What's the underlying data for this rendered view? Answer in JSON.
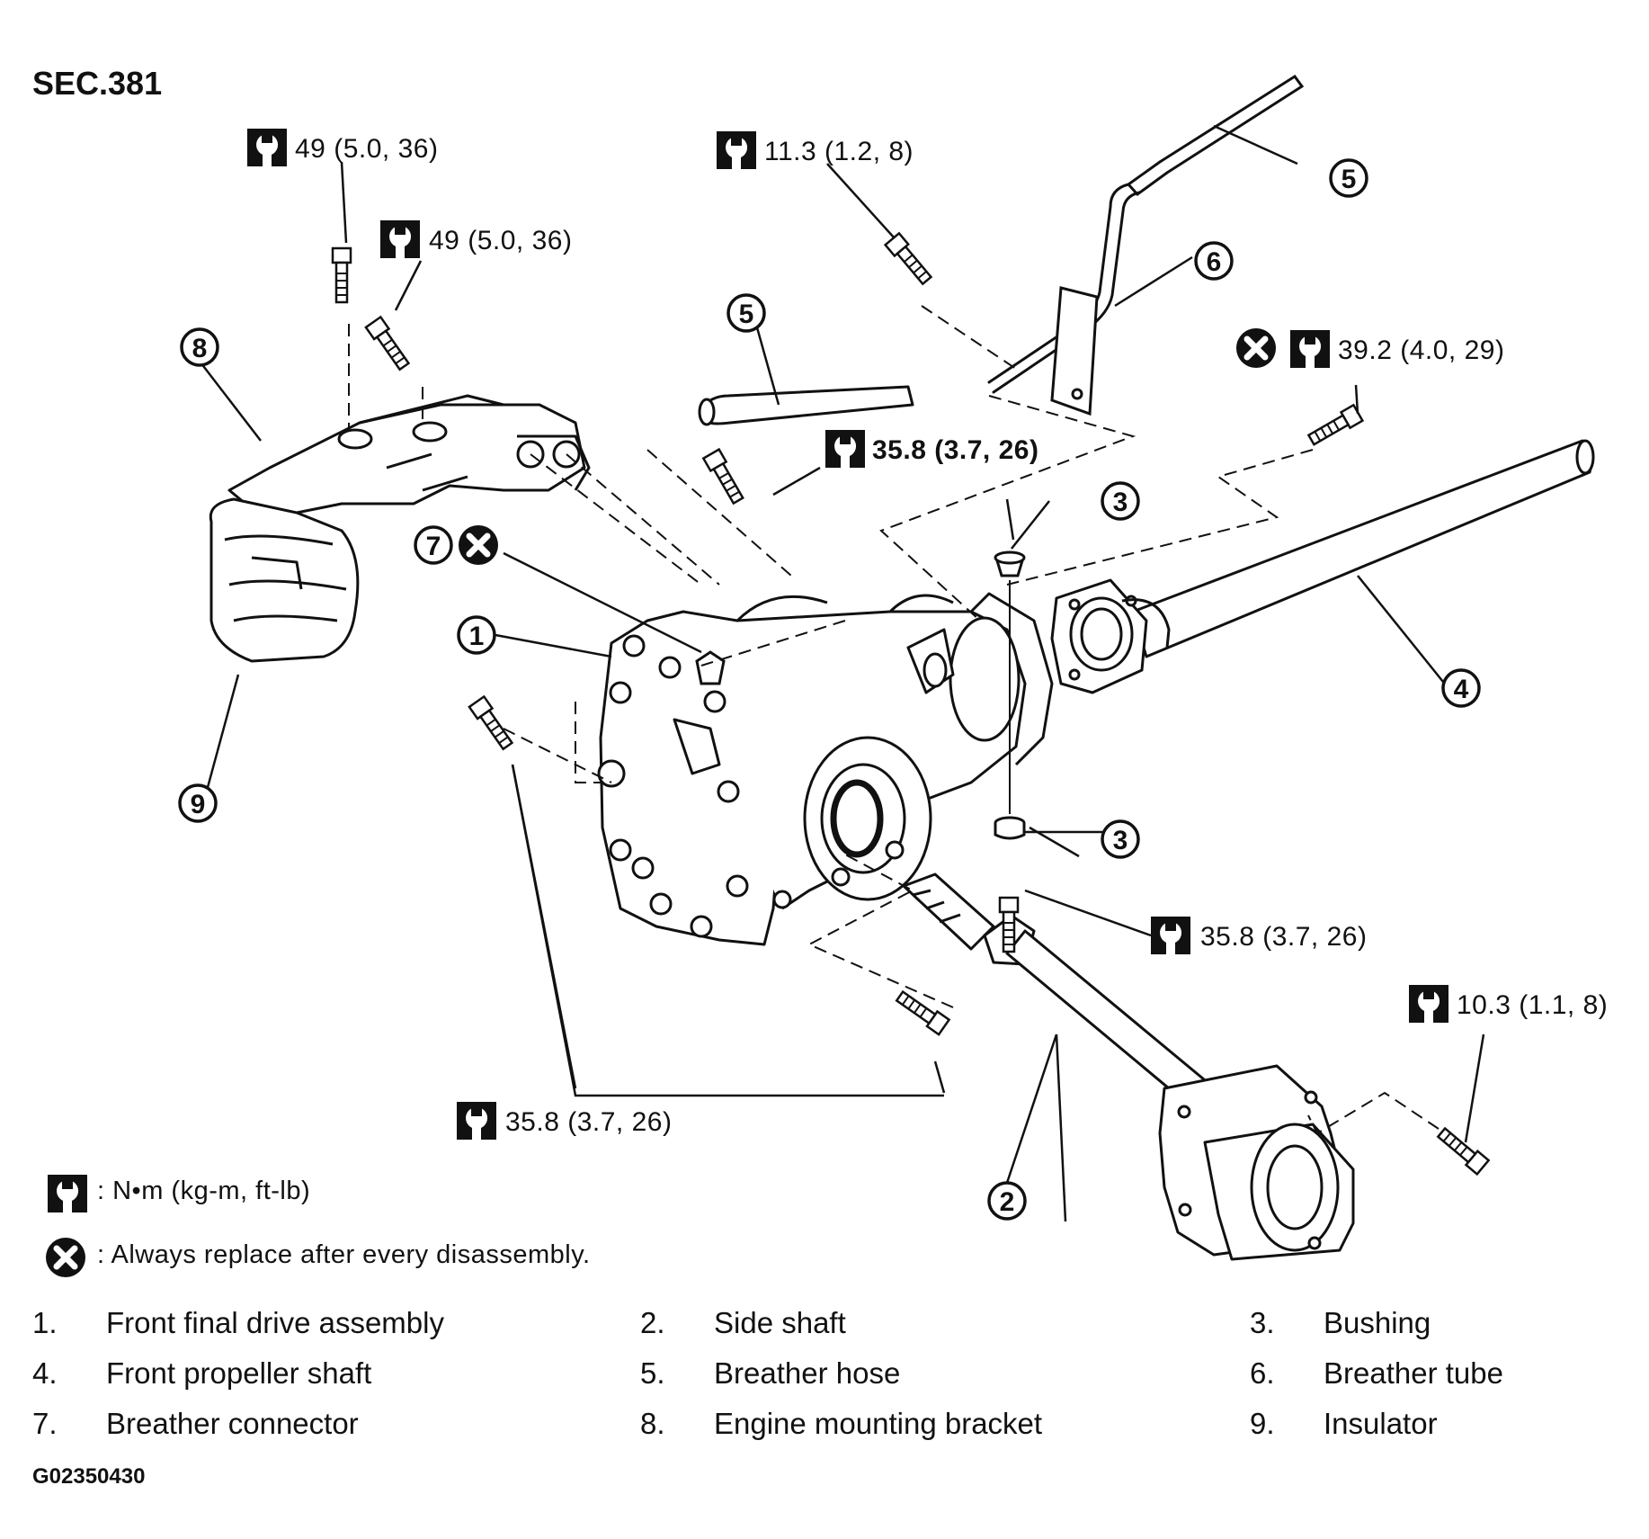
{
  "section_label": "SEC.381",
  "figure_id": "G02350430",
  "icons": {
    "torque": "torque-wrench-icon",
    "replace": "always-replace-icon"
  },
  "torque_specs": [
    {
      "id": "t1",
      "text": "49 (5.0, 36)",
      "bold": false,
      "replace": false
    },
    {
      "id": "t2",
      "text": "49 (5.0, 36)",
      "bold": false,
      "replace": false
    },
    {
      "id": "t3",
      "text": "11.3 (1.2, 8)",
      "bold": false,
      "replace": false
    },
    {
      "id": "t4",
      "text": "39.2 (4.0, 29)",
      "bold": false,
      "replace": true
    },
    {
      "id": "t5",
      "text": "35.8 (3.7, 26)",
      "bold": true,
      "replace": false
    },
    {
      "id": "t6",
      "text": "35.8 (3.7, 26)",
      "bold": false,
      "replace": false
    },
    {
      "id": "t7",
      "text": "10.3 (1.1, 8)",
      "bold": false,
      "replace": false
    },
    {
      "id": "t8",
      "text": "35.8 (3.7, 26)",
      "bold": false,
      "replace": false
    }
  ],
  "callouts": [
    "1",
    "2",
    "3",
    "3",
    "4",
    "5",
    "5",
    "6",
    "7",
    "8",
    "9"
  ],
  "key": {
    "torque_units": ": N•m (kg-m, ft-lb)",
    "replace_note": ": Always replace after every disassembly."
  },
  "parts": [
    {
      "num": "1.",
      "name": "Front final drive assembly"
    },
    {
      "num": "2.",
      "name": "Side shaft"
    },
    {
      "num": "3.",
      "name": "Bushing"
    },
    {
      "num": "4.",
      "name": "Front propeller shaft"
    },
    {
      "num": "5.",
      "name": "Breather hose"
    },
    {
      "num": "6.",
      "name": "Breather tube"
    },
    {
      "num": "7.",
      "name": "Breather connector"
    },
    {
      "num": "8.",
      "name": "Engine mounting bracket"
    },
    {
      "num": "9.",
      "name": "Insulator"
    }
  ]
}
